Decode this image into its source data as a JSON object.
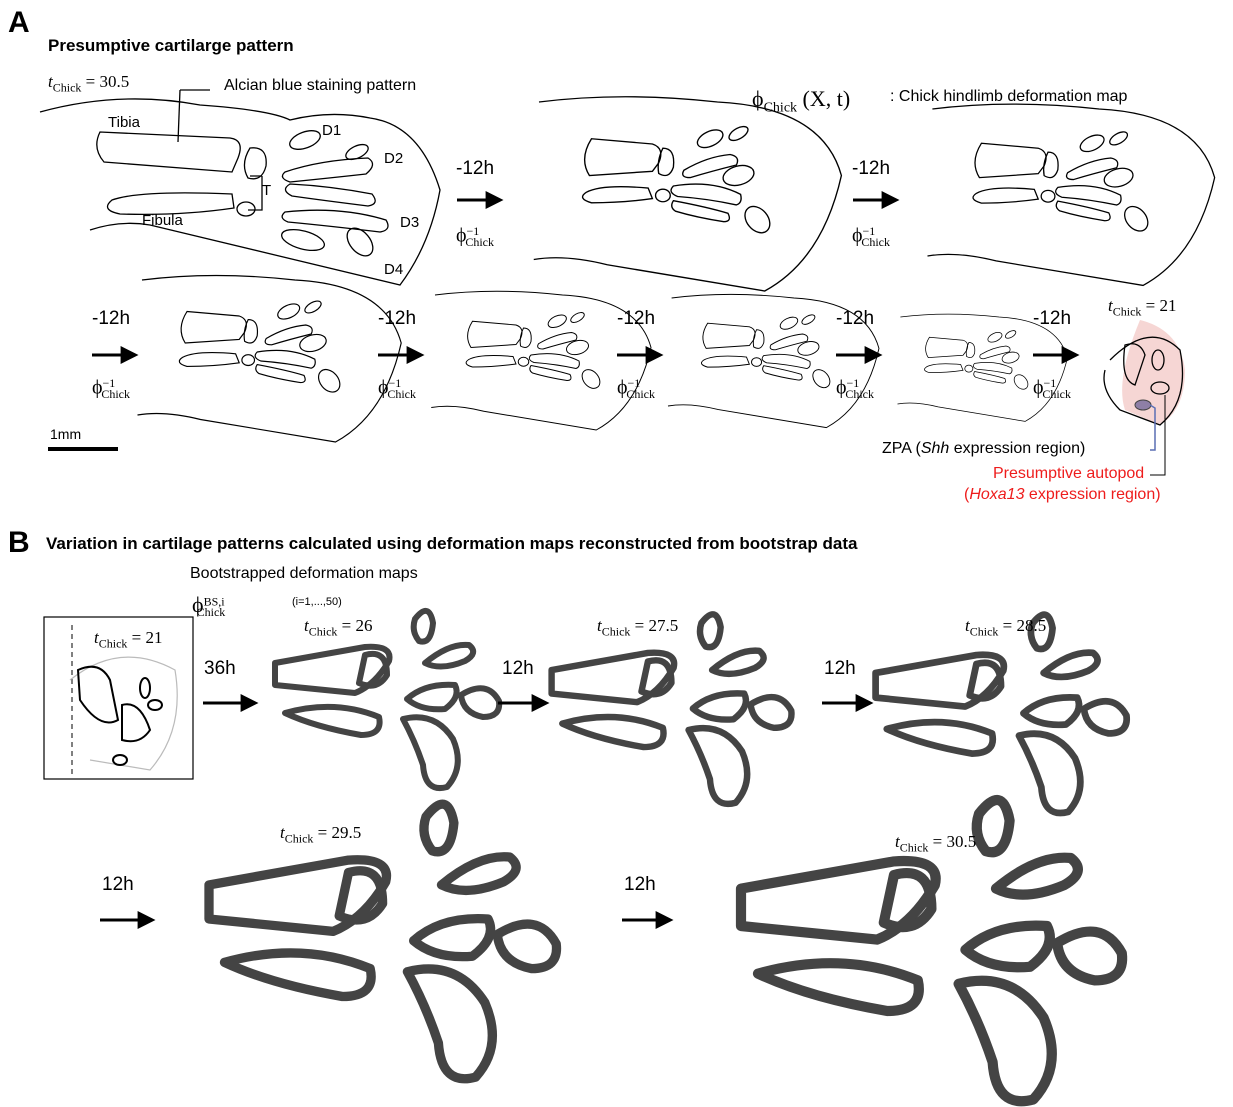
{
  "colors": {
    "accent_red": "#ee1c1c",
    "zpa_blue": "#5a6fb4",
    "autopod_fill": "#f6d6d4",
    "bootstrap_stroke": "#444444"
  },
  "panelA": {
    "letter": "A",
    "title": "Presumptive cartilarge pattern",
    "t_start": "= 30.5",
    "t_end": "= 21",
    "t_var": "t",
    "t_sub": "Chick",
    "alcian_label": "Alcian blue staining pattern",
    "phi": "ϕ",
    "phi_sub": "Chick",
    "phi_args": "(X, t)",
    "deformation_label": ": Chick hindlimb deformation map",
    "inverse_sup": "−1",
    "step_label": "-12h",
    "bone_labels": {
      "tibia": "Tibia",
      "fibula": "Fibula",
      "t": "T",
      "d1": "D1",
      "d2": "D2",
      "d3": "D3",
      "d4": "D4"
    },
    "scale_label": "1mm",
    "zpa_prefix": "ZPA (",
    "zpa_gene": "Shh",
    "zpa_suffix": " expression region)",
    "autopod_line1": "Presumptive autopod",
    "autopod_prefix": "(",
    "autopod_gene": "Hoxa13",
    "autopod_suffix": " expression region)"
  },
  "panelB": {
    "letter": "B",
    "title": "Variation in cartilage patterns calculated using deformation maps reconstructed from bootstrap data",
    "subtitle": "Bootstrapped deformation maps",
    "phi_sup": "BS,i",
    "phi_sub": "Chick",
    "index_range": "(i=1,...,50)",
    "t_var": "t",
    "t_sub": "Chick",
    "t_values": [
      "= 21",
      "= 26",
      "= 27.5",
      "= 28.5",
      "= 29.5",
      "= 30.5"
    ],
    "step_labels": [
      "36h",
      "12h",
      "12h",
      "12h",
      "12h"
    ]
  }
}
